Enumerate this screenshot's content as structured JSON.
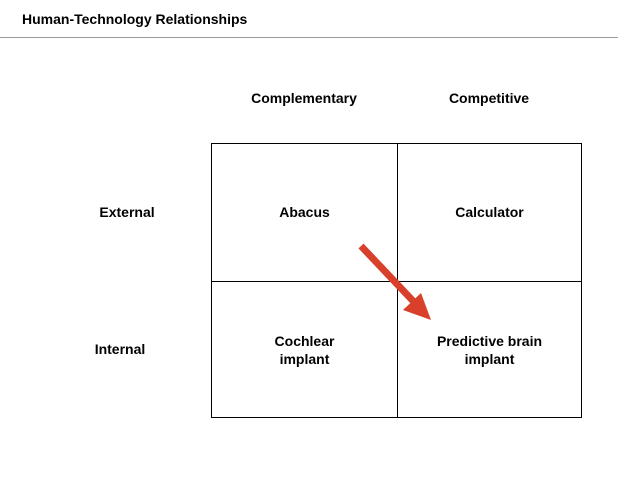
{
  "title": "Human-Technology Relationships",
  "columns": [
    "Complementary",
    "Competitive"
  ],
  "rows": [
    "External",
    "Internal"
  ],
  "cells": {
    "external_complementary": "Abacus",
    "external_competitive": "Calculator",
    "internal_complementary": "Cochlear\nimplant",
    "internal_competitive": "Predictive brain\nimplant"
  },
  "colors": {
    "arrow": "#d9402b",
    "grid": "#000000",
    "rule": "#9a9a9a"
  },
  "icons": {
    "arrow": "arrow-down-right-icon"
  }
}
